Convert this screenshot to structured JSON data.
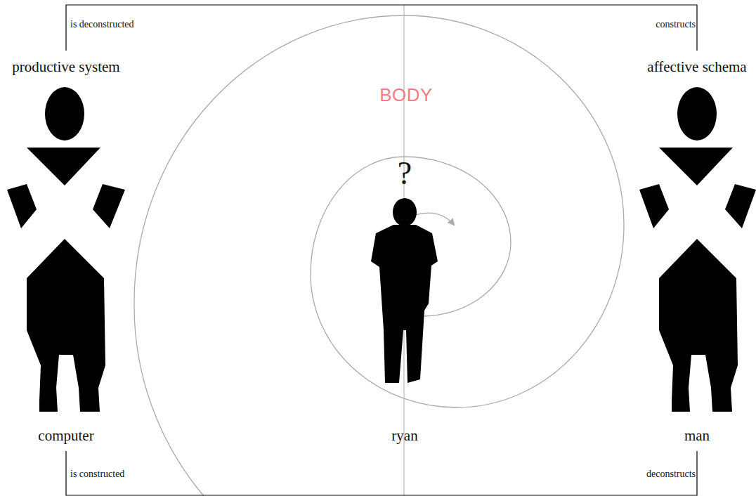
{
  "diagram": {
    "nodes": [
      {
        "text": [
          "productive system",
          "computer"
        ]
      },
      {
        "text": [
          "?",
          "ryan"
        ]
      },
      {
        "text": [
          "affective schema",
          "man"
        ]
      }
    ],
    "edges": [
      {
        "from": 0,
        "to": 2,
        "arrow": "none"
      },
      {
        "from": 0,
        "to": 2,
        "arrow": "none"
      }
    ],
    "labels": [
      "is deconstructed",
      "constructs",
      "BODY",
      "is constructed",
      "deconstructs"
    ]
  }
}
